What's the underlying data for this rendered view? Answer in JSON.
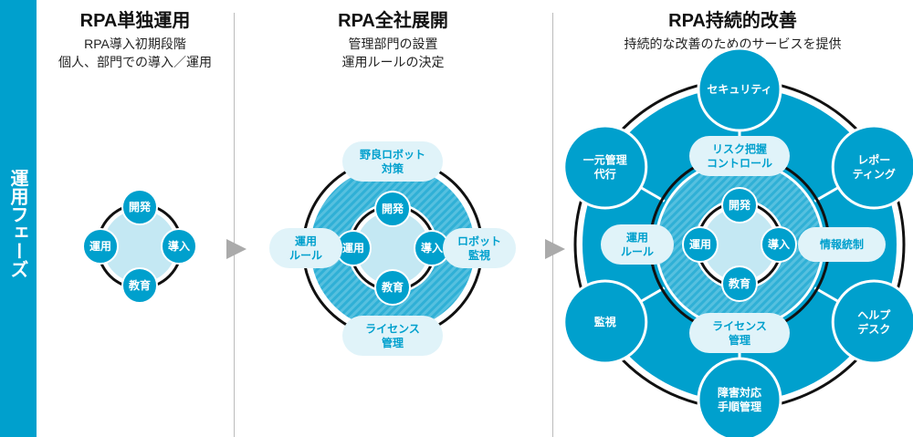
{
  "sidebar": {
    "label": "運用フェーズ"
  },
  "columns": [
    {
      "title": "RPA単独運用",
      "description": "RPA導入初期段階\n個人、部門での導入／運用"
    },
    {
      "title": "RPA全社展開",
      "description": "管理部門の設置\n運用ルールの決定"
    },
    {
      "title": "RPA持続的改善",
      "description": "持続的な改善のためのサービスを提供"
    }
  ],
  "core_cycle": [
    "開発",
    "導入",
    "教育",
    "運用"
  ],
  "phase2_ring": [
    "野良ロボット\n対策",
    "ロボット\n監視",
    "ライセンス\n管理",
    "運用\nルール"
  ],
  "phase3_middle": [
    "リスク把握\nコントロール",
    "情報統制",
    "ライセンス\n管理",
    "運用\nルール"
  ],
  "phase3_outer": [
    "セキュリティ",
    "レポー\nティング",
    "ヘルプ\nデスク",
    "障害対応\n手順管理",
    "監視",
    "一元管理\n代行"
  ],
  "colors": {
    "primary": "#00a0cd",
    "light": "#c4e8f3",
    "pale": "#e0f3f9",
    "hatch": "#4ab8da",
    "arrow": "#aaaaaa"
  }
}
